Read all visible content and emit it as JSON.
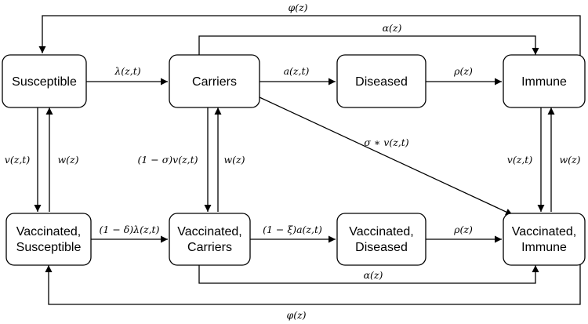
{
  "nodes": {
    "susceptible": "Susceptible",
    "carriers": "Carriers",
    "diseased": "Diseased",
    "immune": "Immune",
    "vacc_susceptible": [
      "Vaccinated,",
      "Susceptible"
    ],
    "vacc_carriers": [
      "Vaccinated,",
      "Carriers"
    ],
    "vacc_diseased": [
      "Vaccinated,",
      "Diseased"
    ],
    "vacc_immune": [
      "Vaccinated,",
      "Immune"
    ]
  },
  "edges": {
    "phi_top": "φ(z)",
    "alpha_top": "α(z)",
    "lambda": "λ(z,t)",
    "a": "a(z,t)",
    "rho_top": "ρ(z)",
    "sigma_v": "σ ∗ v(z,t)",
    "v_s": "v(z,t)",
    "w_s": "w(z)",
    "v_c": "(1 − σ)v(z,t)",
    "w_c": "w(z)",
    "v_i": "v(z,t)",
    "w_i": "w(z)",
    "delta_lambda": "(1 − δ)λ(z,t)",
    "xi_a": "(1 − ξ)a(z,t)",
    "rho_bottom": "ρ(z)",
    "alpha_bottom": "α(z)",
    "phi_bottom": "φ(z)"
  }
}
